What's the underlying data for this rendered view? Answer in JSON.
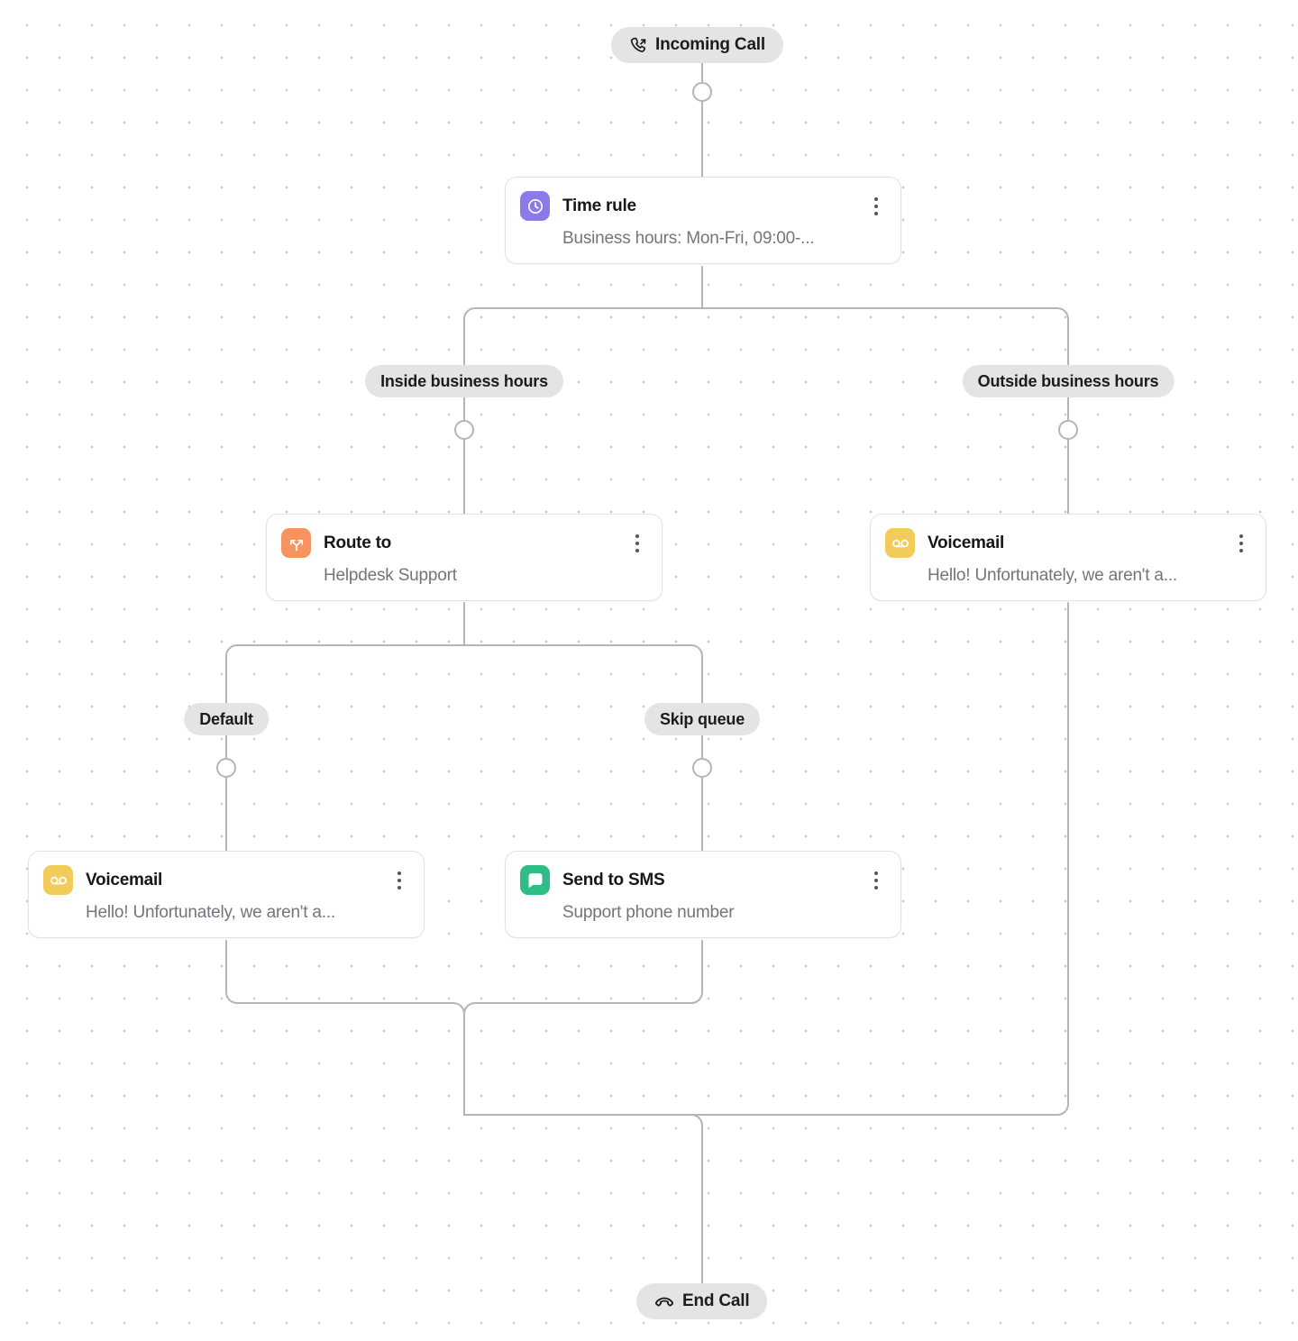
{
  "flow": {
    "start": {
      "label": "Incoming Call",
      "icon": "phone-incoming-icon"
    },
    "end": {
      "label": "End Call",
      "icon": "phone-hangup-icon"
    },
    "nodes": [
      {
        "id": "time-rule",
        "title": "Time rule",
        "subtitle": "Business hours: Mon-Fri, 09:00-...",
        "icon": "clock-icon",
        "icon_color": "#8b7ae8",
        "menu_icon": "more-vertical-icon"
      },
      {
        "id": "route-to",
        "title": "Route to",
        "subtitle": "Helpdesk Support",
        "icon": "route-fork-icon",
        "icon_color": "#f59361",
        "menu_icon": "more-vertical-icon"
      },
      {
        "id": "voicemail-outside",
        "title": "Voicemail",
        "subtitle": "Hello! Unfortunately, we aren't a...",
        "icon": "voicemail-icon",
        "icon_color": "#f2cc5b",
        "menu_icon": "more-vertical-icon"
      },
      {
        "id": "voicemail-default",
        "title": "Voicemail",
        "subtitle": "Hello! Unfortunately, we aren't a...",
        "icon": "voicemail-icon",
        "icon_color": "#f2cc5b",
        "menu_icon": "more-vertical-icon"
      },
      {
        "id": "send-to-sms",
        "title": "Send to SMS",
        "subtitle": "Support phone number",
        "icon": "message-bubble-icon",
        "icon_color": "#2ebd85",
        "menu_icon": "more-vertical-icon"
      }
    ],
    "branch_labels": [
      {
        "id": "inside-business-hours",
        "label": "Inside business hours"
      },
      {
        "id": "outside-business-hours",
        "label": "Outside business hours"
      },
      {
        "id": "default",
        "label": "Default"
      },
      {
        "id": "skip-queue",
        "label": "Skip queue"
      }
    ],
    "colors": {
      "canvas": "#ffffff",
      "grid_dot": "#c9c9cf",
      "edge": "#b4b4bb",
      "pill_bg": "#e4e4e4",
      "card_border": "#e2e2e6",
      "title_text": "#17171a",
      "subtitle_text": "#74747b"
    }
  }
}
